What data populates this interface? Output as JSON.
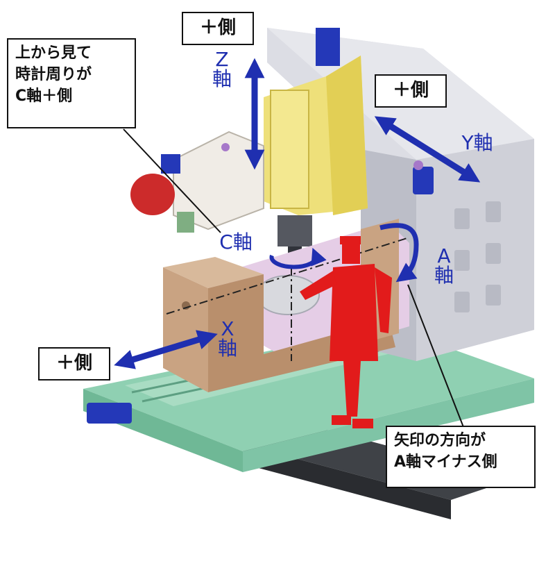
{
  "callouts": {
    "z_plus": "＋側",
    "y_plus": "＋側",
    "x_plus": "＋側",
    "c_axis_note": [
      "上から見て",
      "時計周りが",
      "C軸＋側"
    ],
    "a_axis_note": [
      "矢印の方向が",
      "A軸マイナス側"
    ]
  },
  "axis_labels": {
    "z": [
      "Z",
      "軸"
    ],
    "y": "Y軸",
    "x": [
      "X",
      "軸"
    ],
    "c": "C軸",
    "a": [
      "A",
      "軸"
    ]
  },
  "colors": {
    "arrow_blue": "#1f2fb0",
    "frame_gray": "#dcdde4",
    "base_green": "#7fc4a6",
    "head_yellow": "#eee07a",
    "table_tan": "#c9a382",
    "rotary_pink": "#e5cde6",
    "motor_blue": "#2438b8",
    "figure_red": "#e21b1b",
    "floor_dark": "#3f4247"
  }
}
